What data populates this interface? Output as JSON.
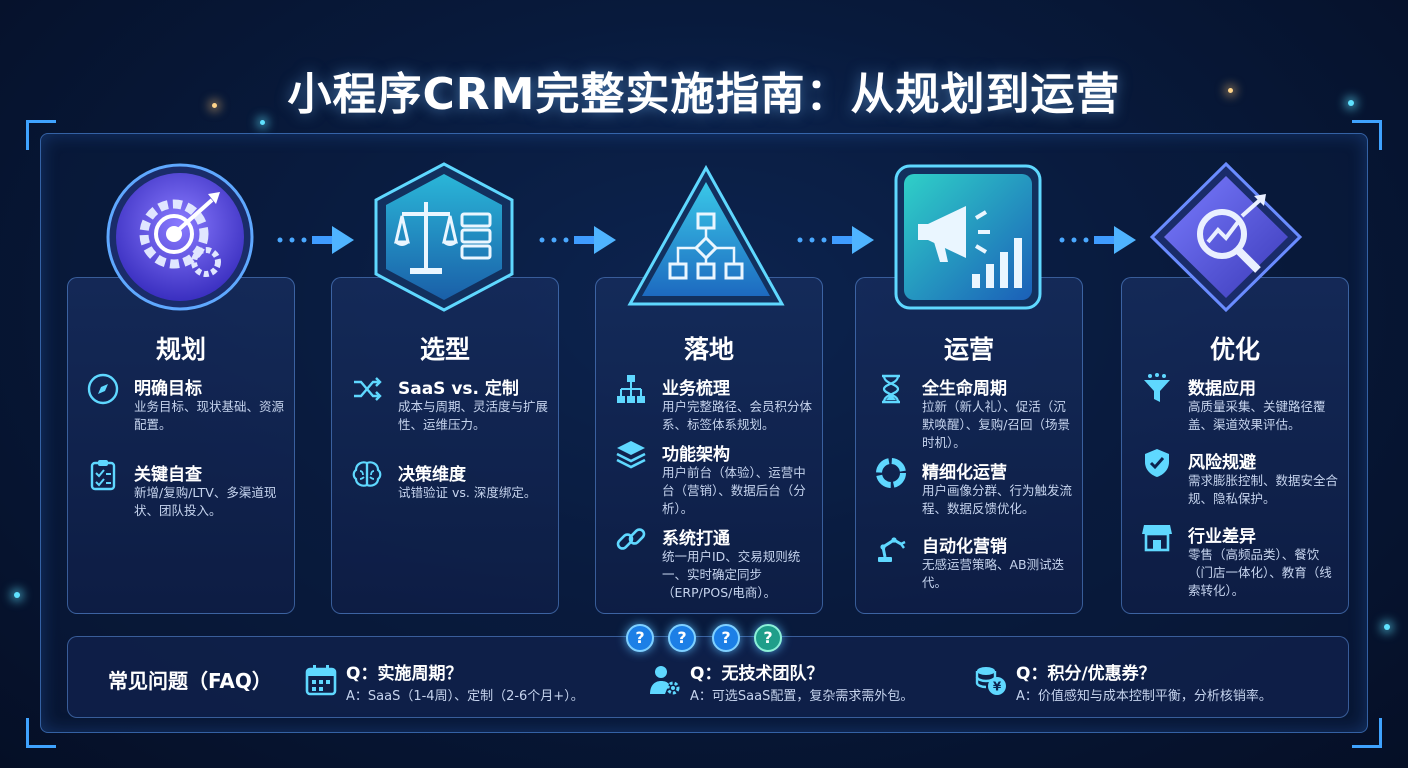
{
  "title": "小程序CRM完整实施指南：从规划到运营",
  "stages": [
    {
      "title": "规划",
      "badge_icon": "gear-target-icon",
      "items": [
        {
          "icon": "compass-icon",
          "title": "明确目标",
          "desc": "业务目标、现状基础、资源配置。"
        },
        {
          "icon": "checklist-icon",
          "title": "关键自查",
          "desc": "新增/复购/LTV、多渠道现状、团队投入。"
        }
      ]
    },
    {
      "title": "选型",
      "badge_icon": "scale-server-icon",
      "items": [
        {
          "icon": "shuffle-icon",
          "title": "SaaS vs. 定制",
          "desc": "成本与周期、灵活度与扩展性、运维压力。"
        },
        {
          "icon": "brain-icon",
          "title": "决策维度",
          "desc": "试错验证 vs. 深度绑定。"
        }
      ]
    },
    {
      "title": "落地",
      "badge_icon": "flowchart-icon",
      "items": [
        {
          "icon": "hierarchy-icon",
          "title": "业务梳理",
          "desc": "用户完整路径、会员积分体系、标签体系规划。"
        },
        {
          "icon": "layers-icon",
          "title": "功能架构",
          "desc": "用户前台（体验）、运营中台（营销）、数据后台（分析）。"
        },
        {
          "icon": "link-icon",
          "title": "系统打通",
          "desc": "统一用户ID、交易规则统一、实时确定同步（ERP/POS/电商）。"
        }
      ]
    },
    {
      "title": "运营",
      "badge_icon": "megaphone-chart-icon",
      "items": [
        {
          "icon": "hourglass-icon",
          "title": "全生命周期",
          "desc": "拉新（新人礼）、促活（沉默唤醒）、复购/召回（场景时机）。"
        },
        {
          "icon": "pie-chart-icon",
          "title": "精细化运营",
          "desc": "用户画像分群、行为触发流程、数据反馈优化。"
        },
        {
          "icon": "robot-arm-icon",
          "title": "自动化营销",
          "desc": "无感运营策略、AB测试迭代。"
        }
      ]
    },
    {
      "title": "优化",
      "badge_icon": "magnifier-growth-icon",
      "items": [
        {
          "icon": "funnel-icon",
          "title": "数据应用",
          "desc": "高质量采集、关键路径覆盖、渠道效果评估。"
        },
        {
          "icon": "shield-check-icon",
          "title": "风险规避",
          "desc": "需求膨胀控制、数据安全合规、隐私保护。"
        },
        {
          "icon": "store-icon",
          "title": "行业差异",
          "desc": "零售（高频品类）、餐饮（门店一体化）、教育（线索转化）。"
        }
      ]
    }
  ],
  "faq": {
    "heading": "常见问题（FAQ）",
    "bubbles": [
      "?",
      "?",
      "?",
      "?"
    ],
    "items": [
      {
        "icon": "calendar-icon",
        "q": "Q：实施周期？",
        "a": "A：SaaS（1-4周）、定制（2-6个月+）。"
      },
      {
        "icon": "user-gear-icon",
        "q": "Q：无技术团队？",
        "a": "A：可选SaaS配置，复杂需求需外包。"
      },
      {
        "icon": "coins-icon",
        "q": "Q：积分/优惠券？",
        "a": "A：价值感知与成本控制平衡，分析核销率。"
      }
    ]
  },
  "colors": {
    "accent": "#3fa3ff",
    "icon_cyan": "#5fd8ff",
    "badge_purple": "#6a5cff",
    "badge_teal": "#1e8fb0",
    "text_primary": "#ffffff",
    "text_secondary": "#c6d4ee"
  }
}
